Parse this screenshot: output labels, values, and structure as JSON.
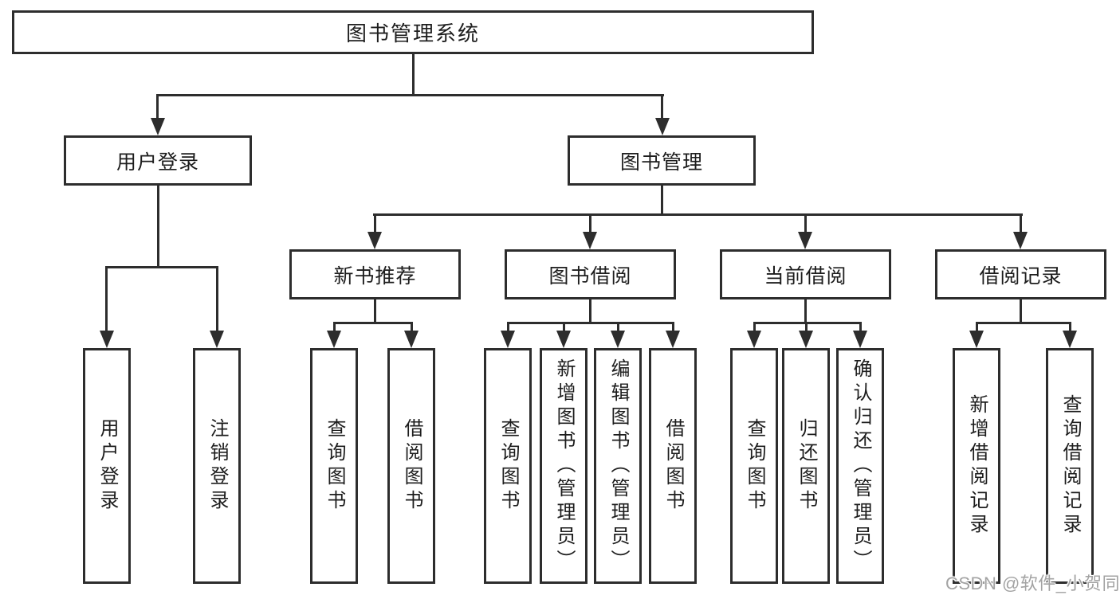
{
  "diagram": {
    "title_node": "图书管理系统",
    "root": {
      "label": "图书管理系统"
    },
    "level1": [
      {
        "label": "用户登录"
      },
      {
        "label": "图书管理"
      }
    ],
    "level2": [
      {
        "label": "新书推荐"
      },
      {
        "label": "图书借阅"
      },
      {
        "label": "当前借阅"
      },
      {
        "label": "借阅记录"
      }
    ],
    "leaves": {
      "login": [
        "用户登录",
        "注销登录"
      ],
      "newbook": [
        "查询图书",
        "借阅图书"
      ],
      "borrow": [
        "查询图书",
        "新增图书（管理员）",
        "编辑图书（管理员）",
        "借阅图书"
      ],
      "current": [
        "查询图书",
        "归还图书",
        "确认归还（管理员）"
      ],
      "records": [
        "新增借阅记录",
        "查询借阅记录"
      ]
    }
  },
  "watermark": {
    "text": "CSDN @软件_小贺同学"
  },
  "colors": {
    "line": "#2d2d2d",
    "text": "#1d1d1d",
    "watermark_text": "#a3a3a3",
    "background": "#ffffff"
  }
}
